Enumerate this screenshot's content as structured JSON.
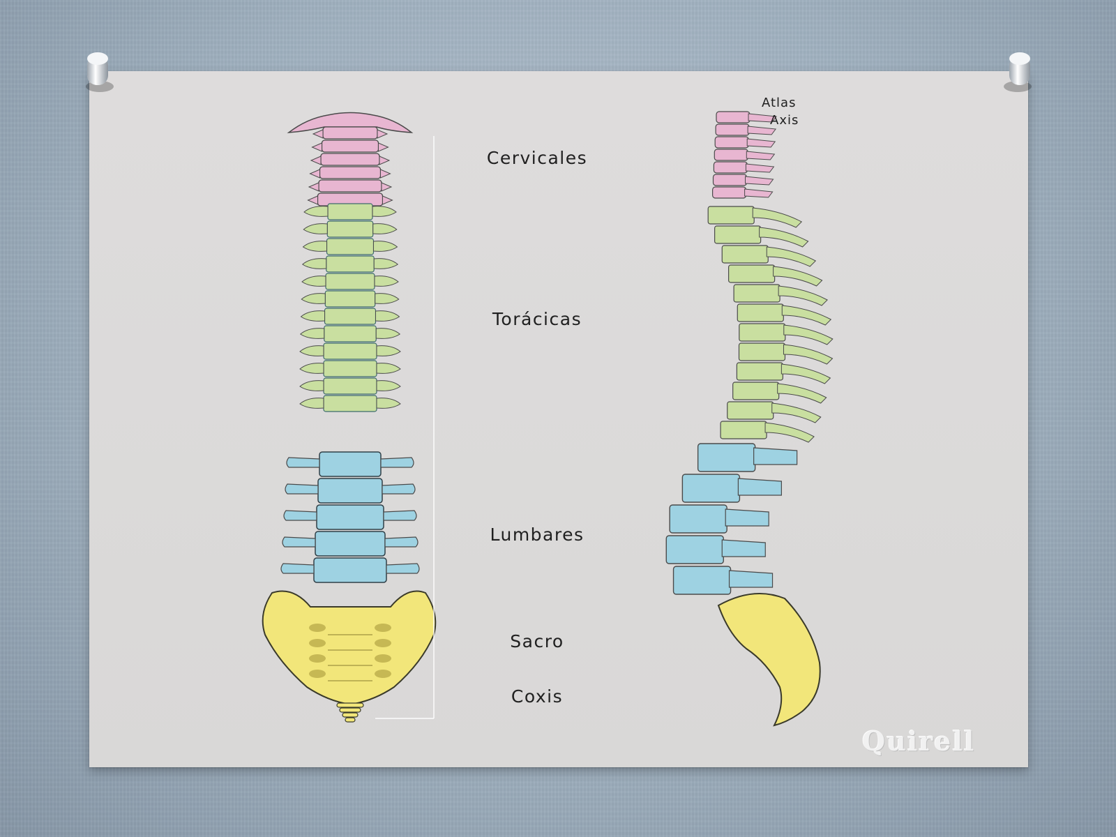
{
  "labels": {
    "cervicales": "Cervicales",
    "toracicas": "Torácicas",
    "lumbares": "Lumbares",
    "sacro": "Sacro",
    "coxis": "Coxis",
    "atlas": "Atlas",
    "axis": "Axis"
  },
  "logo": "Quirell",
  "colors": {
    "cervical": "#e8b6d1",
    "thoracic": "#c9dfa0",
    "lumbar": "#9ed2e2",
    "sacrum": "#f2e67a",
    "poster": "#dcdbda",
    "wall": "#a7b6c4"
  },
  "icons": [
    "pushpin-icon"
  ]
}
